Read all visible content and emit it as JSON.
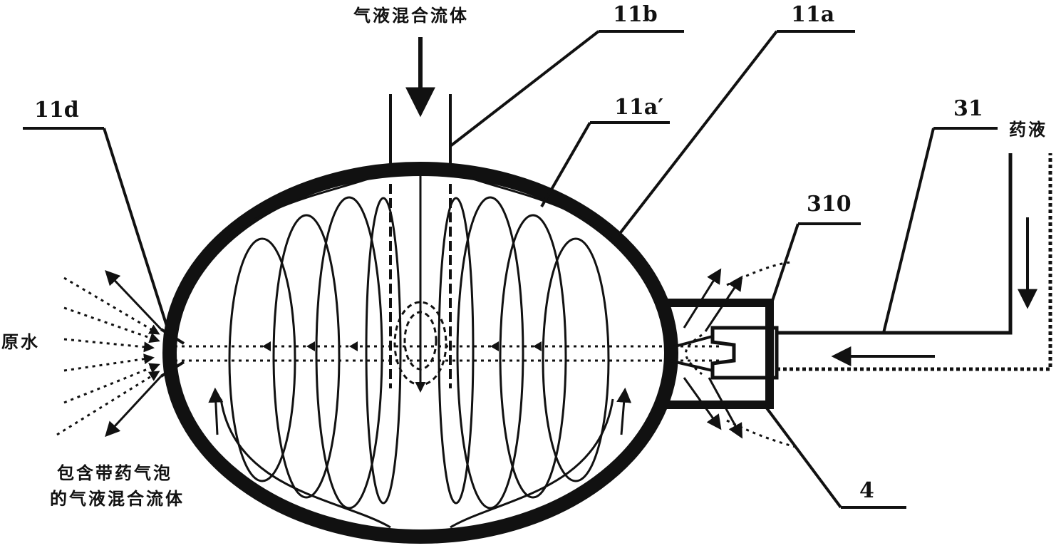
{
  "labels": {
    "top_fluid": "气液混合流体",
    "ref_11b": "11b",
    "ref_11a": "11a",
    "ref_11a_prime": "11a′",
    "ref_11d": "11d",
    "ref_31": "31",
    "drug_liquid": "药液",
    "ref_310": "310",
    "raw_water": "原水",
    "output_line1": "包含带药气泡",
    "output_line2": "的气液混合流体",
    "ref_4": "4"
  },
  "colors": {
    "ink": "#111111",
    "background": "#ffffff"
  }
}
